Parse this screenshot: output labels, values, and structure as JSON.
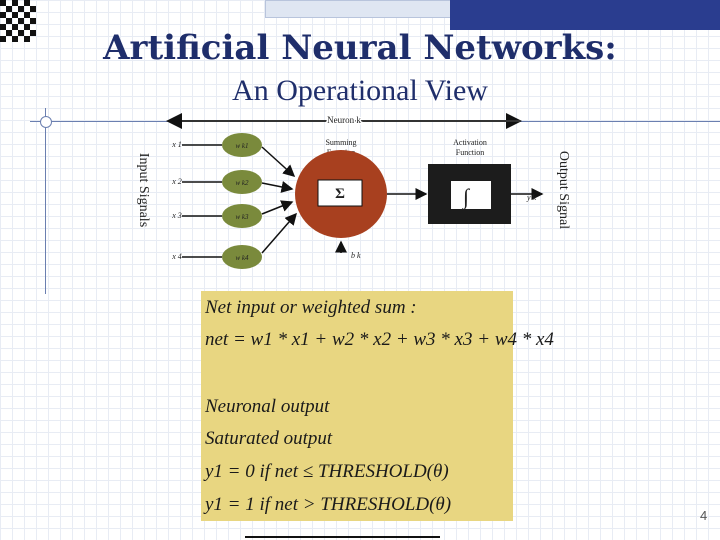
{
  "slide": {
    "title": "Artificial Neural Networks:",
    "subtitle": "An Operational View",
    "page_number": "4"
  },
  "diagram": {
    "neuron_label": "Neuron k",
    "input_signals_label": "Input Signals",
    "output_signal_label": "Output Signal",
    "summing_function_label": [
      "Summing",
      "Function"
    ],
    "activation_function_label": [
      "Activation",
      "Function"
    ],
    "summing_symbol": "Σ",
    "activation_symbol": "∫",
    "bias_label": "b k",
    "output_label": "y k",
    "inputs": [
      {
        "x": "x 1",
        "w": "w k1"
      },
      {
        "x": "x 2",
        "w": "w k2"
      },
      {
        "x": "x 3",
        "w": "w k3"
      },
      {
        "x": "x 4",
        "w": "w k4"
      }
    ]
  },
  "formulas": [
    "Net input or weighted sum :",
    "net = w1 * x1 + w2 * x2 + w3 * x3 + w4 * x4",
    "Neuronal output",
    "Saturated output",
    "y1 = 0 if net ≤ THRESHOLD(θ)",
    "y1 = 1 if net > THRESHOLD(θ)"
  ],
  "colors": {
    "title": "#1f2e6b",
    "neuron_body": "#a8401f",
    "activation_box": "#1c1c1c",
    "weight_ellipse": "#7a8a3c",
    "formula_box": "#e8d681"
  }
}
